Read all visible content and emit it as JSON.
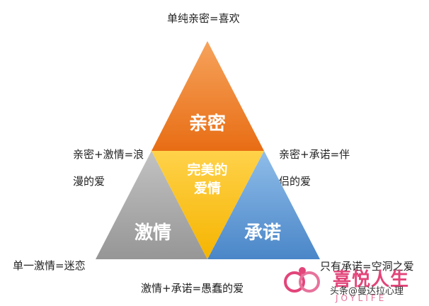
{
  "top_label": "单纯亲密=喜欢",
  "left_mid_label_line1": "亲密+激情=浪",
  "left_mid_label_line2": "漫的爱",
  "right_mid_label_line1": "亲密+承诺=伴",
  "right_mid_label_line2": "侣的爱",
  "bottom_left_label": "单一激情=迷恋",
  "bottom_right_label": "只有承诺=空洞之爱",
  "bottom_center_label": "激情+承诺=愚蠢的爱",
  "triangle": {
    "top": "亲密",
    "left": "激情",
    "right": "承诺",
    "center_line1": "完美的",
    "center_line2": "爱情"
  },
  "watermark": {
    "source": "头条@曼达拉心理",
    "brand": "喜悦人生",
    "brand_sub": "JOYLIFE"
  },
  "colors": {
    "top": "#f07a22",
    "left": "#a6a6a6",
    "right": "#5b9bd5",
    "center": "#ffc000",
    "brand": "#e2457a"
  }
}
